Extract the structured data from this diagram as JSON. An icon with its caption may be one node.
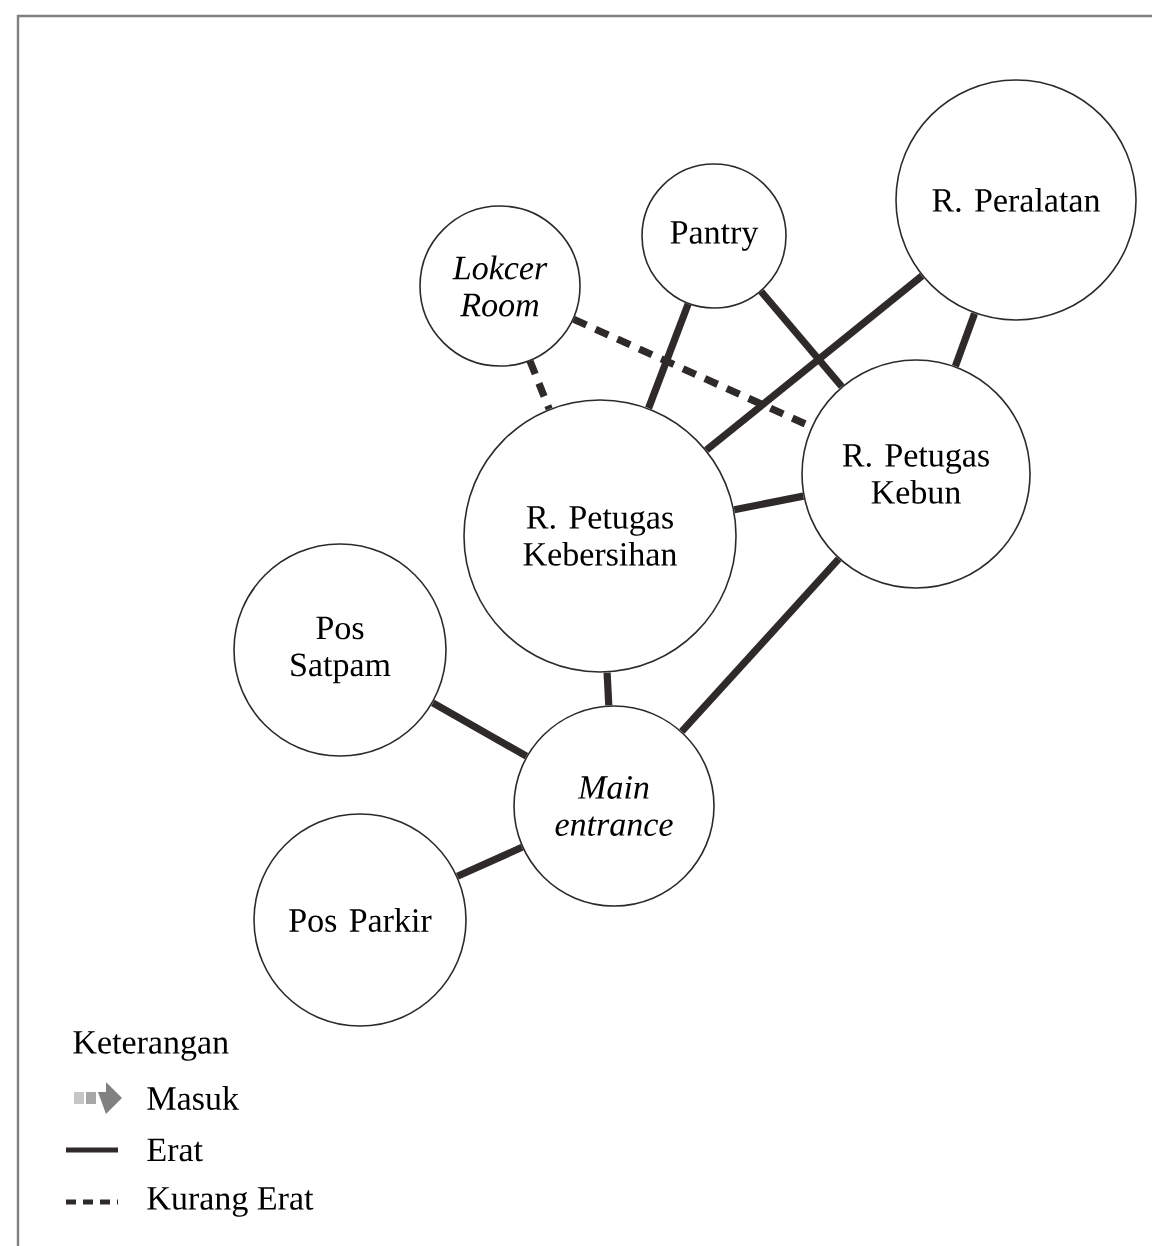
{
  "diagram": {
    "nodes": [
      {
        "text": [
          "Lokcer Room"
        ]
      },
      {
        "text": [
          "Pantry"
        ]
      },
      {
        "text": [
          "R. Peralatan"
        ]
      },
      {
        "text": [
          "R. Petugas Kebersihan"
        ]
      },
      {
        "text": [
          "R. Petugas Kebun"
        ]
      },
      {
        "text": [
          "Pos Satpam"
        ]
      },
      {
        "text": [
          "Main entrance"
        ]
      },
      {
        "text": [
          "Pos Parkir"
        ]
      }
    ],
    "edges": [
      {
        "from": 0,
        "to": 3,
        "arrow": "none",
        "style": "dashed"
      },
      {
        "from": 0,
        "to": 4,
        "arrow": "none",
        "style": "dashed"
      },
      {
        "from": 1,
        "to": 3,
        "arrow": "none"
      },
      {
        "from": 1,
        "to": 4,
        "arrow": "none"
      },
      {
        "from": 2,
        "to": 3,
        "arrow": "none"
      },
      {
        "from": 2,
        "to": 4,
        "arrow": "none"
      },
      {
        "from": 3,
        "to": 4,
        "arrow": "none"
      },
      {
        "from": 3,
        "to": 6,
        "arrow": "none"
      },
      {
        "from": 4,
        "to": 6,
        "arrow": "none"
      },
      {
        "from": 5,
        "to": 6,
        "arrow": "none"
      },
      {
        "from": 7,
        "to": 6,
        "arrow": "none"
      }
    ],
    "labels": [
      "Keterangan"
    ],
    "legend": [
      {
        "text": "Masuk"
      },
      {
        "text": "Erat"
      },
      {
        "text": "Kurang Erat"
      }
    ]
  }
}
